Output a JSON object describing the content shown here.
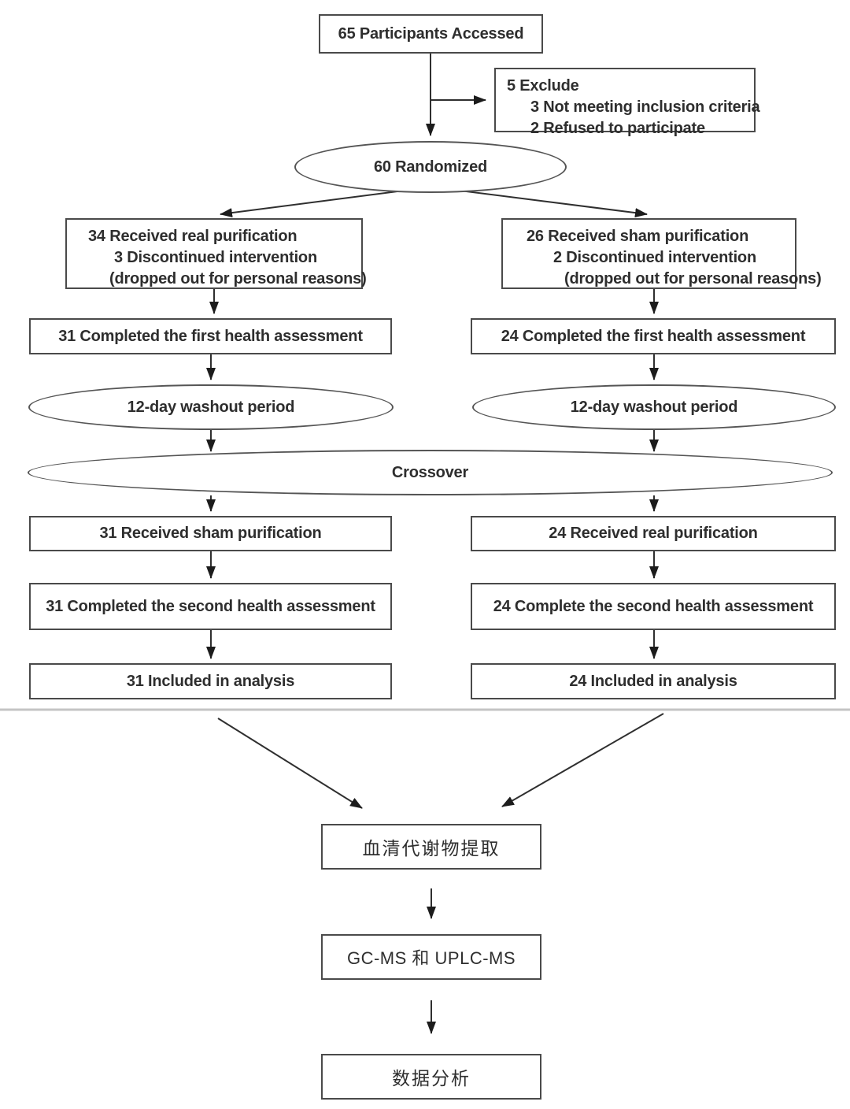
{
  "flowchart": {
    "accessed": "65 Participants Accessed",
    "exclude": {
      "title": "5 Exclude",
      "reason1": "3 Not meeting inclusion criteria",
      "reason2": "2 Refused to participate"
    },
    "randomized": "60 Randomized",
    "left_arm": {
      "l1": "34 Received real purification",
      "l2": "3 Discontinued intervention",
      "l3": "(dropped out for personal reasons)"
    },
    "right_arm": {
      "l1": "26 Received sham purification",
      "l2": "2 Discontinued intervention",
      "l3": "(dropped out for personal reasons)"
    },
    "left_first_assessment": "31 Completed the first health assessment",
    "right_first_assessment": "24 Completed the first health assessment",
    "left_washout": "12-day washout period",
    "right_washout": "12-day washout period",
    "crossover": "Crossover",
    "left_received_after_crossover": "31 Received sham purification",
    "right_received_after_crossover": "24 Received real purification",
    "left_second_assessment": "31 Completed the second health assessment",
    "right_second_assessment": "24 Complete the second health assessment",
    "left_analysis": "31 Included in analysis",
    "right_analysis": "24 Included in analysis",
    "serum_extraction": "血清代谢物提取",
    "ms_methods": "GC-MS  和  UPLC-MS",
    "data_analysis": "数据分析"
  },
  "colors": {
    "line": "#2f2f2f",
    "box_border": "#4a4a4a",
    "divider": "#c4c4c4",
    "text": "#2e2e2e"
  }
}
